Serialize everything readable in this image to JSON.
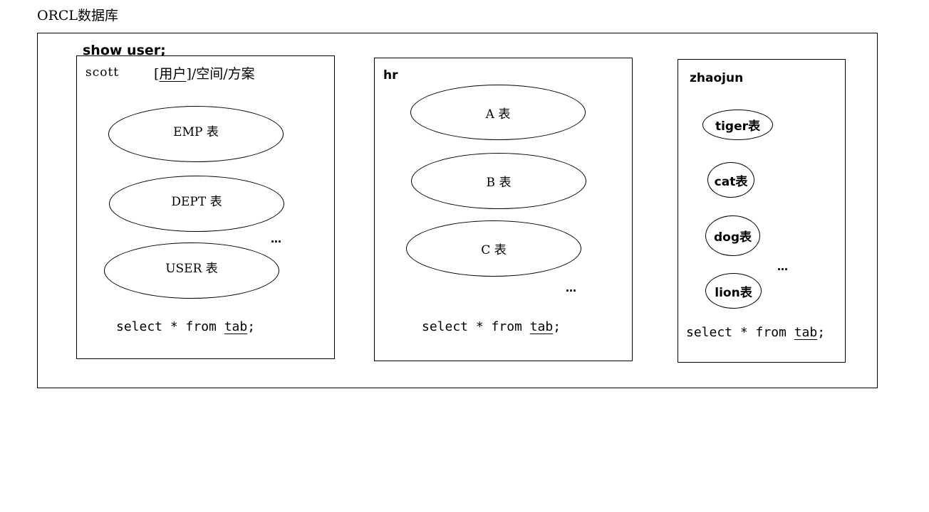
{
  "title": "ORCL数据库",
  "command": "show user;",
  "schemas": [
    {
      "name": "scott",
      "note_prefix": "[",
      "note_user": "用户",
      "note_suffix": "]/空间/方案",
      "tables": [
        "EMP 表",
        "DEPT 表",
        "USER 表"
      ],
      "ellipsis": "…",
      "sql_prefix": "select * from ",
      "sql_table": "tab",
      "sql_suffix": ";"
    },
    {
      "name": "hr",
      "tables": [
        "A 表",
        "B 表",
        "C 表"
      ],
      "ellipsis": "…",
      "sql_prefix": "select * from ",
      "sql_table": "tab",
      "sql_suffix": ";"
    },
    {
      "name": "zhaojun",
      "tables": [
        "tiger表",
        "cat表",
        "dog表",
        "lion表"
      ],
      "ellipsis": "…",
      "sql_prefix": "select * from ",
      "sql_table": "tab",
      "sql_suffix": ";"
    }
  ]
}
